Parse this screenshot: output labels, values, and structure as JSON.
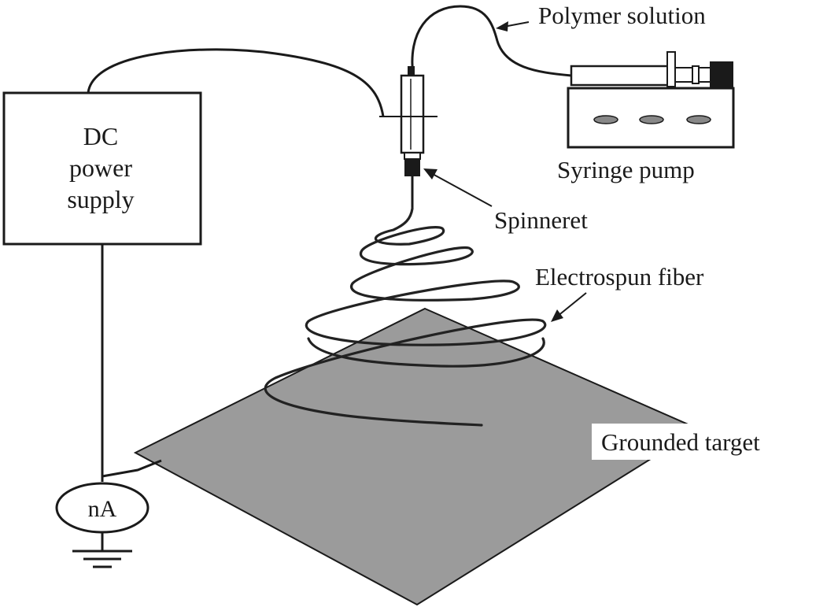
{
  "labels": {
    "polymer_solution": "Polymer solution",
    "syringe_pump": "Syringe pump",
    "spinneret": "Spinneret",
    "electrospun_fiber": "Electrospun fiber",
    "grounded_target": "Grounded target",
    "power_supply_line1": "DC",
    "power_supply_line2": "power",
    "power_supply_line3": "supply",
    "ammeter": "nA"
  },
  "colors": {
    "line": "#1a1a1a",
    "target_fill": "#9b9b9b",
    "background": "#ffffff",
    "plunger": "#1a1a1a"
  }
}
